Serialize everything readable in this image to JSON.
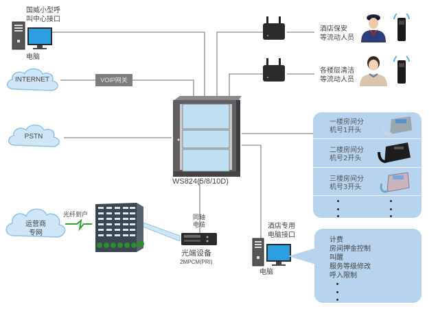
{
  "diagram": {
    "pbx_label": "WS824(5/8/10D)",
    "top_pc": {
      "caption_line1": "国威小型呼",
      "caption_line2": "叫中心接口",
      "device_label": "电脑"
    },
    "clouds": {
      "internet": "INTERNET",
      "pstn": "PSTN",
      "carrier_line1": "运营商",
      "carrier_line2": "专网"
    },
    "voip_gateway": "VOIP网关",
    "fiber_label": "光纤到户",
    "coax_label_line1": "同轴",
    "coax_label_line2": "电缆",
    "optical_device": {
      "name": "光端设备",
      "model": "2MPCM(PRI)"
    },
    "wireless_groups": [
      {
        "line1": "酒店保安",
        "line2": "等流动人员",
        "person": "security-guard"
      },
      {
        "line1": "各楼层清洁",
        "line2": "等流动人员",
        "person": "cleaning-staff"
      }
    ],
    "extensions_panel": {
      "rows": [
        {
          "line1": "一楼房间分",
          "line2": "机号1开头",
          "phone": "gray-phone"
        },
        {
          "line1": "二楼房间分",
          "line2": "机号2开头",
          "phone": "black-phone"
        },
        {
          "line1": "三楼房间分",
          "line2": "机号3开头",
          "phone": "pink-phone"
        }
      ],
      "ellipsis": "⋮"
    },
    "hotel_pc": {
      "caption_line1": "酒店专用",
      "caption_line2": "电脑接口",
      "device_label": "电脑"
    },
    "features_panel": {
      "items": [
        "计费",
        "房间押金控制",
        "叫醒",
        "服务等级修改",
        "呼入限制"
      ],
      "ellipsis": "⋮"
    },
    "colors": {
      "panel_blue": "#b7d3ee",
      "cloud_blue": "#cfe6f7",
      "wire_gray": "#8a8a8a",
      "cabinet_gray": "#5f5f63",
      "glass_blue": "#bfe0f3",
      "fiber_green": "#2fa02f"
    }
  }
}
